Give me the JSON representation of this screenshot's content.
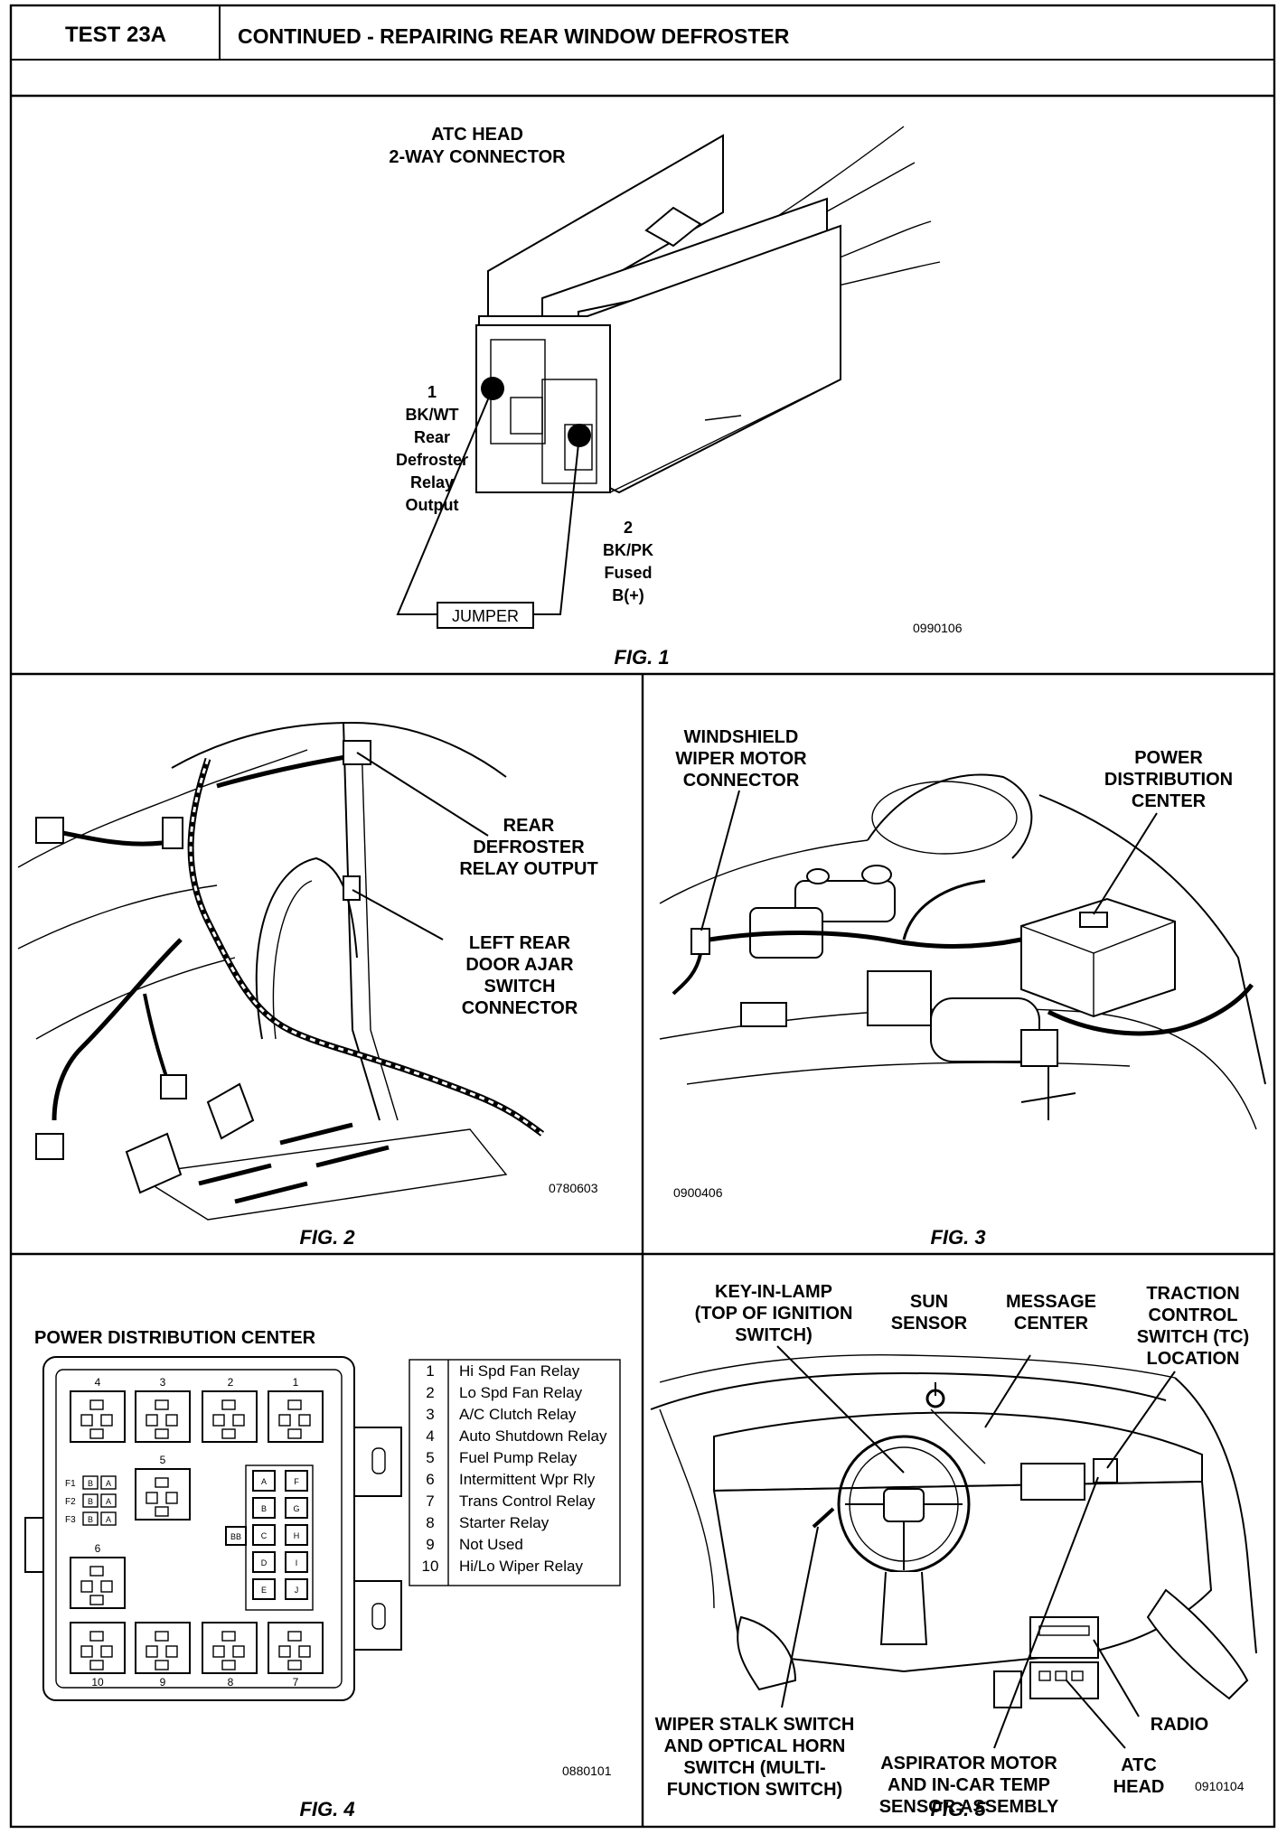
{
  "header": {
    "test_id": "TEST 23A",
    "title": "CONTINUED - REPAIRING REAR WINDOW DEFROSTER"
  },
  "fig1": {
    "caption": "FIG. 1",
    "code": "0990106",
    "title_line1": "ATC HEAD",
    "title_line2": "2-WAY CONNECTOR",
    "pin1": [
      "1",
      "BK/WT",
      "Rear",
      "Defroster",
      "Relay",
      "Output"
    ],
    "pin2": [
      "2",
      "BK/PK",
      "Fused",
      "B(+)"
    ],
    "jumper": "JUMPER"
  },
  "fig2": {
    "caption": "FIG. 2",
    "code": "0780603",
    "label1": [
      "REAR",
      "DEFROSTER",
      "RELAY OUTPUT"
    ],
    "label2": [
      "LEFT REAR",
      "DOOR AJAR",
      "SWITCH",
      "CONNECTOR"
    ]
  },
  "fig3": {
    "caption": "FIG. 3",
    "code": "0900406",
    "label1": [
      "WINDSHIELD",
      "WIPER MOTOR",
      "CONNECTOR"
    ],
    "label2": [
      "POWER",
      "DISTRIBUTION",
      "CENTER"
    ]
  },
  "fig4": {
    "caption": "FIG. 4",
    "code": "0880101",
    "title": "POWER DISTRIBUTION CENTER",
    "top_numbers": [
      "4",
      "3",
      "2",
      "1"
    ],
    "mid_number5": "5",
    "mid_number6": "6",
    "bottom_numbers": [
      "10",
      "9",
      "8",
      "7"
    ],
    "fuse_left": [
      "F1",
      "F2",
      "F3"
    ],
    "fuse_left_cells": [
      [
        "B",
        "A"
      ],
      [
        "B",
        "A"
      ],
      [
        "B",
        "A"
      ]
    ],
    "fuse_mid": [
      "A",
      "B",
      "C",
      "D",
      "E"
    ],
    "fuse_right": [
      "F",
      "G",
      "H",
      "I",
      "J"
    ],
    "fuse_bb": "BB",
    "relays": [
      {
        "num": "1",
        "name": "Hi Spd Fan Relay"
      },
      {
        "num": "2",
        "name": "Lo Spd Fan Relay"
      },
      {
        "num": "3",
        "name": "A/C Clutch Relay"
      },
      {
        "num": "4",
        "name": "Auto Shutdown Relay"
      },
      {
        "num": "5",
        "name": "Fuel Pump Relay"
      },
      {
        "num": "6",
        "name": "Intermittent Wpr Rly"
      },
      {
        "num": "7",
        "name": "Trans Control  Relay"
      },
      {
        "num": "8",
        "name": "Starter Relay"
      },
      {
        "num": "9",
        "name": "Not Used"
      },
      {
        "num": "10",
        "name": "Hi/Lo Wiper Relay"
      }
    ]
  },
  "fig5": {
    "caption": "FIG. 5",
    "code": "0910104",
    "key_lamp": [
      "KEY-IN-LAMP",
      "(TOP OF IGNITION",
      "SWITCH)"
    ],
    "sun_sensor": [
      "SUN",
      "SENSOR"
    ],
    "message_center": [
      "MESSAGE",
      "CENTER"
    ],
    "traction": [
      "TRACTION",
      "CONTROL",
      "SWITCH (TC)",
      "LOCATION"
    ],
    "wiper_stalk": [
      "WIPER STALK SWITCH",
      "AND OPTICAL HORN",
      "SWITCH (MULTI-",
      "FUNCTION SWITCH)"
    ],
    "aspirator": [
      "ASPIRATOR MOTOR",
      "AND IN-CAR TEMP",
      "SENSOR ASSEMBLY"
    ],
    "radio": "RADIO",
    "atc_head": [
      "ATC",
      "HEAD"
    ]
  }
}
